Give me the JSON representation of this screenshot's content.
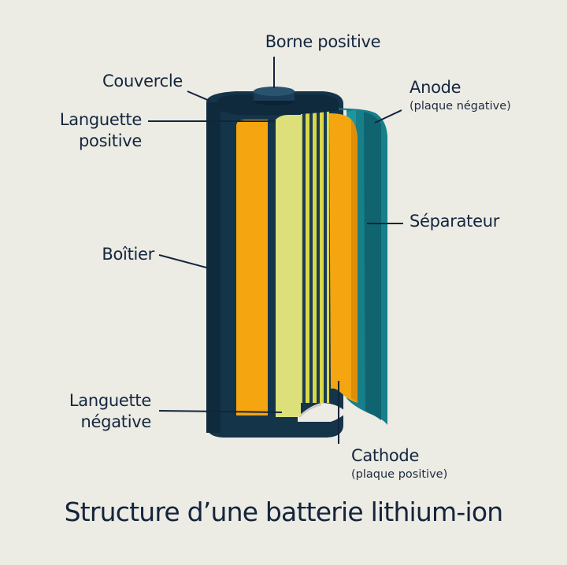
{
  "title": "Structure d’une batterie lithium-ion",
  "labels": {
    "borne_positive": "Borne positive",
    "couvercle": "Couvercle",
    "languette_positive_1": "Languette",
    "languette_positive_2": "positive",
    "anode": "Anode",
    "anode_sub": "(plaque négative)",
    "separateur": "Séparateur",
    "boitier": "Boîtier",
    "languette_negative_1": "Languette",
    "languette_negative_2": "négative",
    "cathode": "Cathode",
    "cathode_sub": "(plaque positive)"
  },
  "colors": {
    "background": "#ecebe4",
    "casing": "#14344a",
    "cathode": "#f4a510",
    "separator": "#dde07a",
    "anode": "#167f8a",
    "text": "#13243c"
  }
}
